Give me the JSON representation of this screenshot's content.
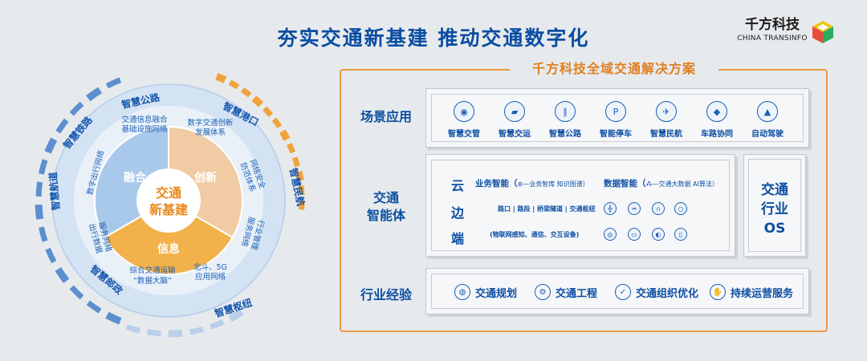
{
  "title": "夯实交通新基建  推动交通数字化",
  "logo": {
    "cn": "千方科技",
    "en": "CHINA TRANSINFO"
  },
  "left": {
    "center": [
      "交通",
      "新基建"
    ],
    "sectors": [
      "融合",
      "创新",
      "信息"
    ],
    "outer_labels": [
      "智慧公路",
      "智慧港口",
      "智慧民航",
      "智慧枢纽",
      "智慧邮政",
      "智慧航道",
      "智慧铁路"
    ],
    "mid_texts": {
      "top_left": [
        "交通信息融合",
        "基础设施网络"
      ],
      "top_right": [
        "数字交通创新",
        "发展体系"
      ],
      "right_upper": [
        "网络安全",
        "防范体系"
      ],
      "right_lower": [
        "行业管理",
        "服务网络"
      ],
      "bottom_right": [
        "北斗、5G",
        "应用网络"
      ],
      "bottom_left": [
        "综合交通运输",
        "“数据大脑”"
      ],
      "left_lower": [
        "出行数据",
        "服务网络"
      ],
      "left_upper": [
        "数字出行网络"
      ]
    }
  },
  "right": {
    "header": "千方科技全域交通解决方案",
    "rows": {
      "scene": "场景应用",
      "intel": [
        "交通",
        "智能体"
      ],
      "industry": "行业经验"
    },
    "apps": [
      {
        "icon": "traffic-light-icon",
        "glyph": "◉",
        "label": "智慧交管"
      },
      {
        "icon": "truck-icon",
        "glyph": "▰",
        "label": "智慧交运"
      },
      {
        "icon": "road-icon",
        "glyph": "∥",
        "label": "智慧公路"
      },
      {
        "icon": "parking-icon",
        "glyph": "P",
        "label": "智能停车"
      },
      {
        "icon": "airplane-icon",
        "glyph": "✈",
        "label": "智慧民航"
      },
      {
        "icon": "vehicle-road-icon",
        "glyph": "◆",
        "label": "车路协同"
      },
      {
        "icon": "car-icon",
        "glyph": "▲",
        "label": "自动驾驶"
      }
    ],
    "cloud": {
      "chars": [
        "云",
        "边",
        "端"
      ],
      "biz_label": "业务智能（",
      "biz_detail": "—业务智库  知识图谱）",
      "data_label": "数据智能（",
      "data_detail": "—交通大数据  AI算法）",
      "edge_text": "路口 | 路段 | 桥梁隧道 | 交通枢纽",
      "end_text": "(物联网感知、通信、交互设备)"
    },
    "os": [
      "交通",
      "行业",
      "OS"
    ],
    "experience": [
      {
        "icon": "globe-icon",
        "glyph": "◍",
        "label": "交通规划"
      },
      {
        "icon": "roller-icon",
        "glyph": "⚙",
        "label": "交通工程"
      },
      {
        "icon": "check-icon",
        "glyph": "✓",
        "label": "交通组织优化"
      },
      {
        "icon": "handshake-icon",
        "glyph": "✋",
        "label": "持续运营服务"
      }
    ]
  }
}
